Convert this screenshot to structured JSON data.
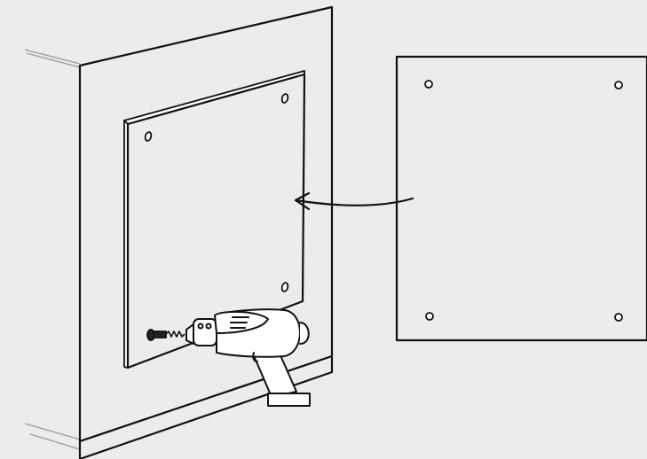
{
  "illustration": {
    "background_color": "#ececec",
    "stroke_color": "#111111",
    "fill_color": "#ffffff",
    "wall_edge_color": "#9a9a9a",
    "icons": [
      "wall",
      "mounted-panel",
      "loose-panel",
      "arrow",
      "drill",
      "screw",
      "wall-anchor"
    ],
    "loose_panel_holes": 4,
    "mounted_panel_holes": 3
  }
}
